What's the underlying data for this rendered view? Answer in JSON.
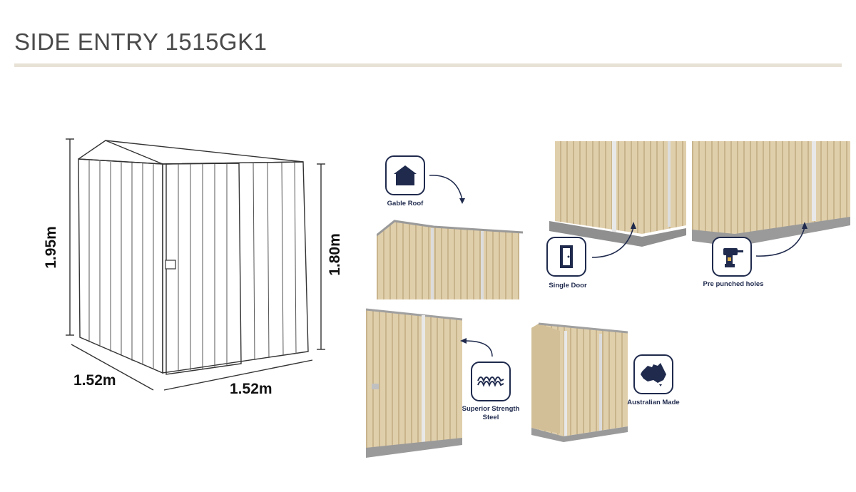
{
  "header": {
    "title": "SIDE ENTRY 1515GK1"
  },
  "dimensions": {
    "total_height": "1.95m",
    "wall_height": "1.80m",
    "side_depth": "1.52m",
    "front_width": "1.52m"
  },
  "features": [
    {
      "label": "Gable Roof",
      "icon": "house-icon"
    },
    {
      "label": "Single Door",
      "icon": "door-icon"
    },
    {
      "label": "Pre punched holes",
      "icon": "drill-icon"
    },
    {
      "label": "Superior Strength Steel",
      "icon": "corrugated-steel-icon"
    },
    {
      "label": "Australian Made",
      "icon": "australia-map-icon"
    }
  ],
  "colors": {
    "accent_navy": "#1f2a4d",
    "shed_beige": "#e0cfab",
    "title_rule": "#e8e1d6"
  }
}
